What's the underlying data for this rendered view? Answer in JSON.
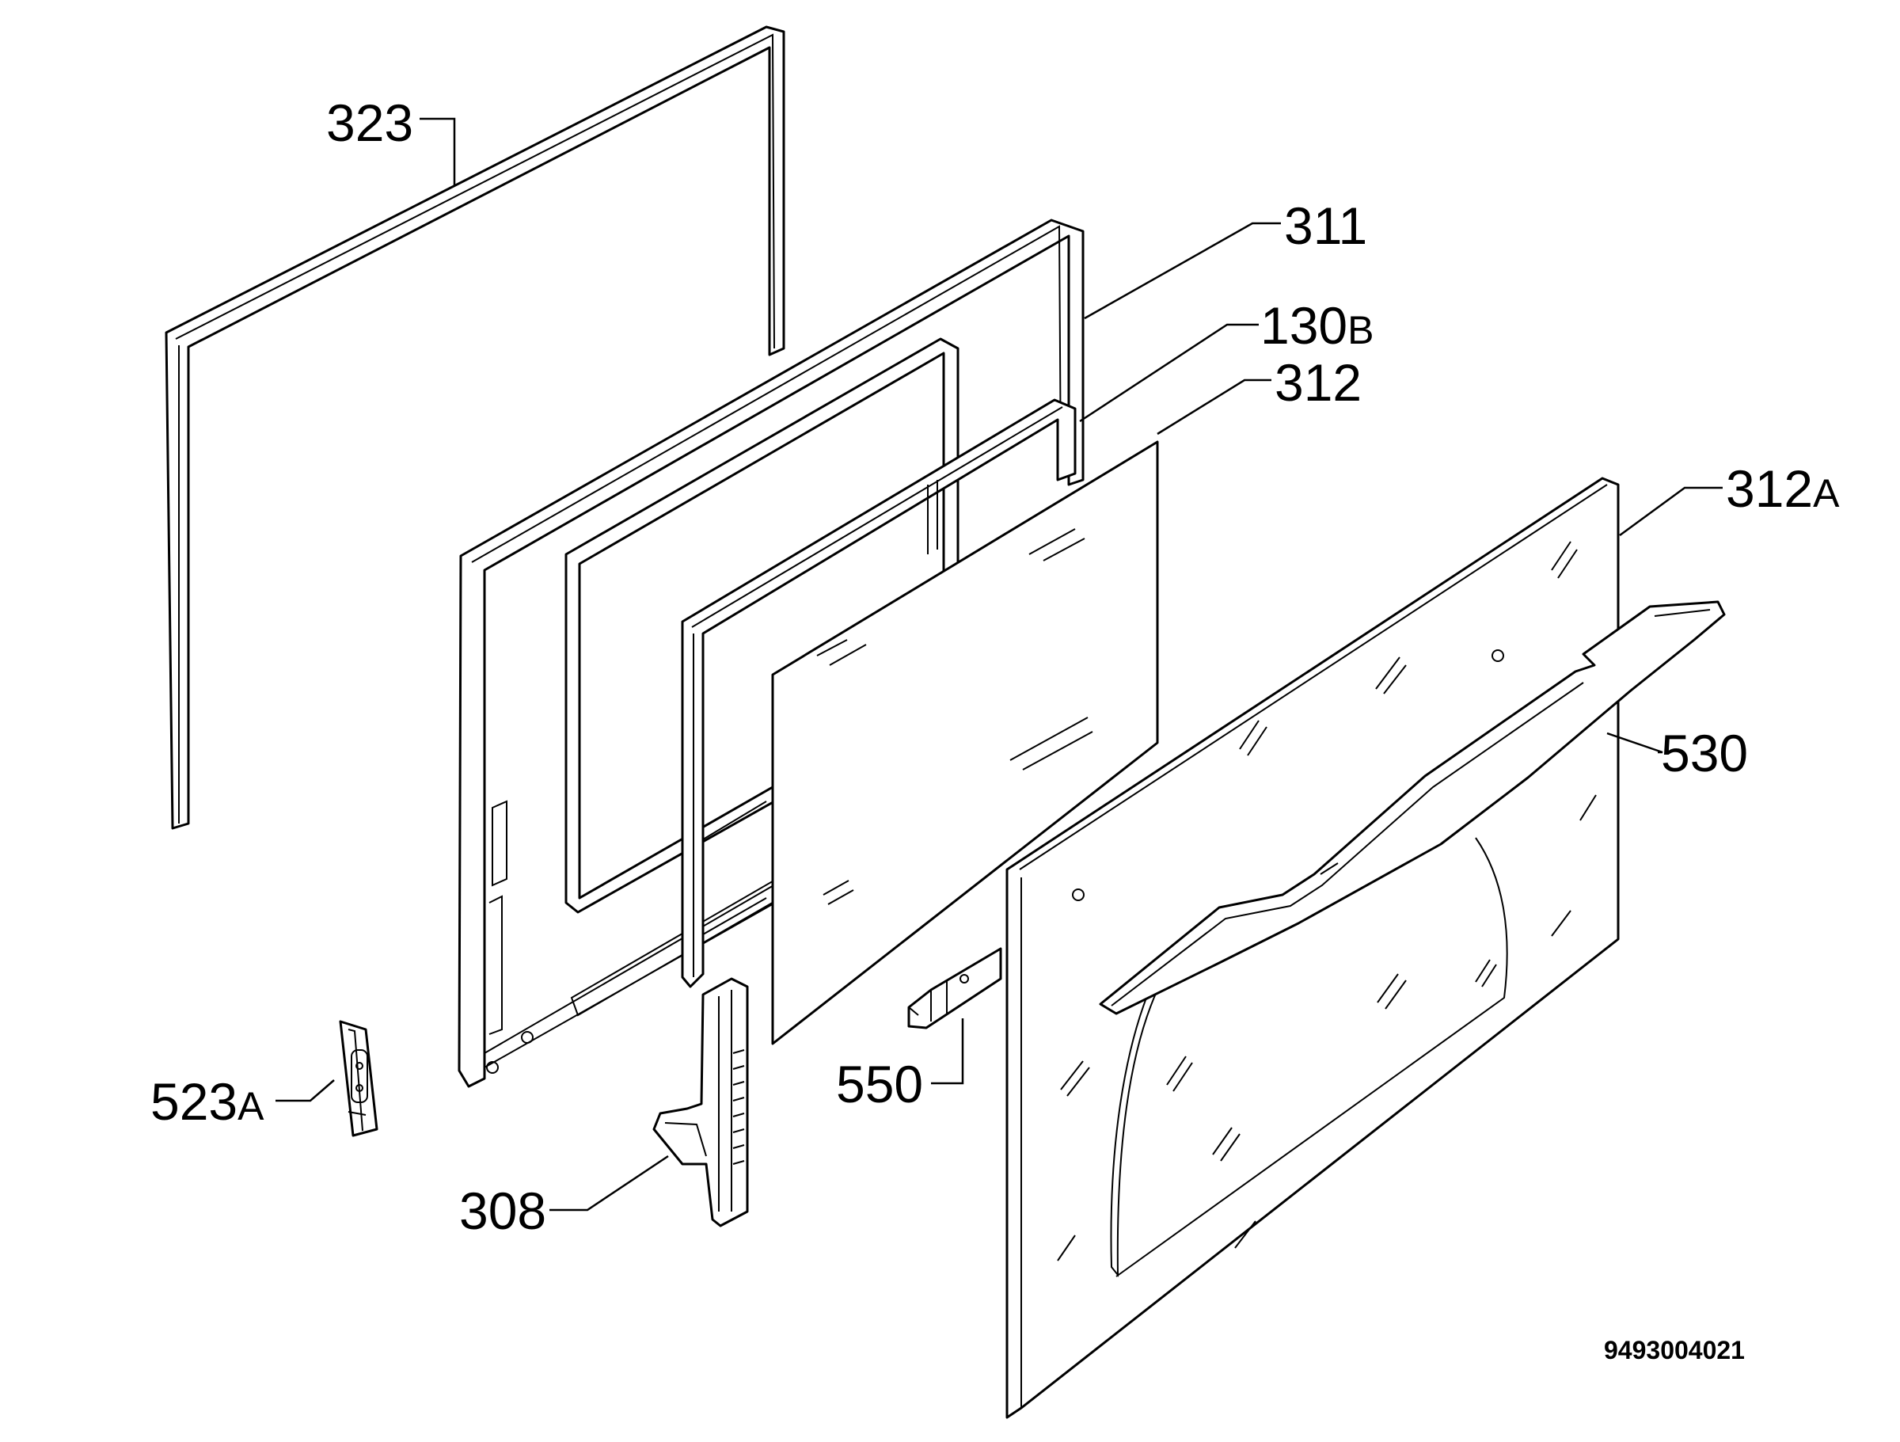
{
  "diagram": {
    "callouts": {
      "c323": {
        "num": "323",
        "suffix": ""
      },
      "c311": {
        "num": "311",
        "suffix": ""
      },
      "c130b": {
        "num": "130",
        "suffix": "B"
      },
      "c312": {
        "num": "312",
        "suffix": ""
      },
      "c312a": {
        "num": "312",
        "suffix": "A"
      },
      "c530": {
        "num": "530",
        "suffix": ""
      },
      "c550": {
        "num": "550",
        "suffix": ""
      },
      "c523a": {
        "num": "523",
        "suffix": "A"
      },
      "c308": {
        "num": "308",
        "suffix": ""
      }
    },
    "document_number": "9493004021"
  }
}
